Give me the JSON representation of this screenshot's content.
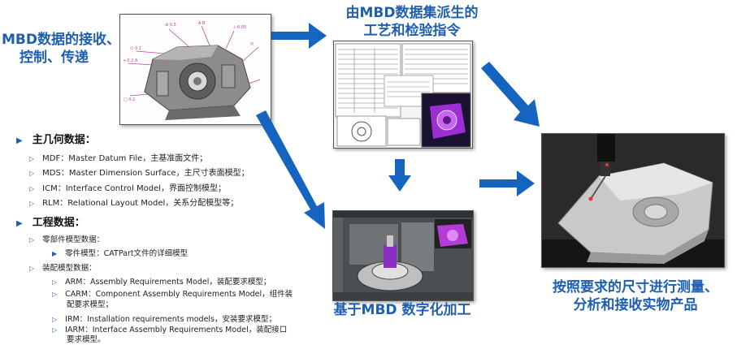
{
  "titles": {
    "mbd_control": [
      "MBD数据的接收、",
      "控制、传递"
    ],
    "instructions": [
      "由MBD数据集派生的",
      "工艺和检验指令"
    ],
    "digital_machining": "基于MBD 数字化加工",
    "measurement": [
      "按照要求的尺寸进行测量、",
      "分析和接收实物产品"
    ]
  },
  "geometry_section": {
    "heading": "主几何数据：",
    "items": [
      "MDF：Master Datum File，主基准面文件；",
      "MDS：Master Dimension Surface，主尺寸表面模型；",
      "ICM：Interface Control Model，界面控制模型；",
      "RLM：Relational Layout Model，关系分配模型等；"
    ]
  },
  "engineering_section": {
    "heading": "工程数据：",
    "part_model_heading": "零部件模型数据：",
    "part_model_item": "零件模型：CATPart文件的详细模型",
    "assembly_heading": "装配模型数据：",
    "assembly_items": [
      "ARM：Assembly Requirements Model，装配要求模型；",
      [
        "CARM：Component Assembly Requirements Model，组件装",
        "配要求模型；"
      ],
      "IRM：Installation requirements models，安装要求模型；",
      [
        "IARM：Interface Assembly Requirements Model，装配接口",
        "要求模型。"
      ]
    ]
  },
  "colors": {
    "title_blue": "#1f5fb0",
    "arrow_blue": "#1565c0",
    "bullet_blue": "#1f5fb0"
  }
}
